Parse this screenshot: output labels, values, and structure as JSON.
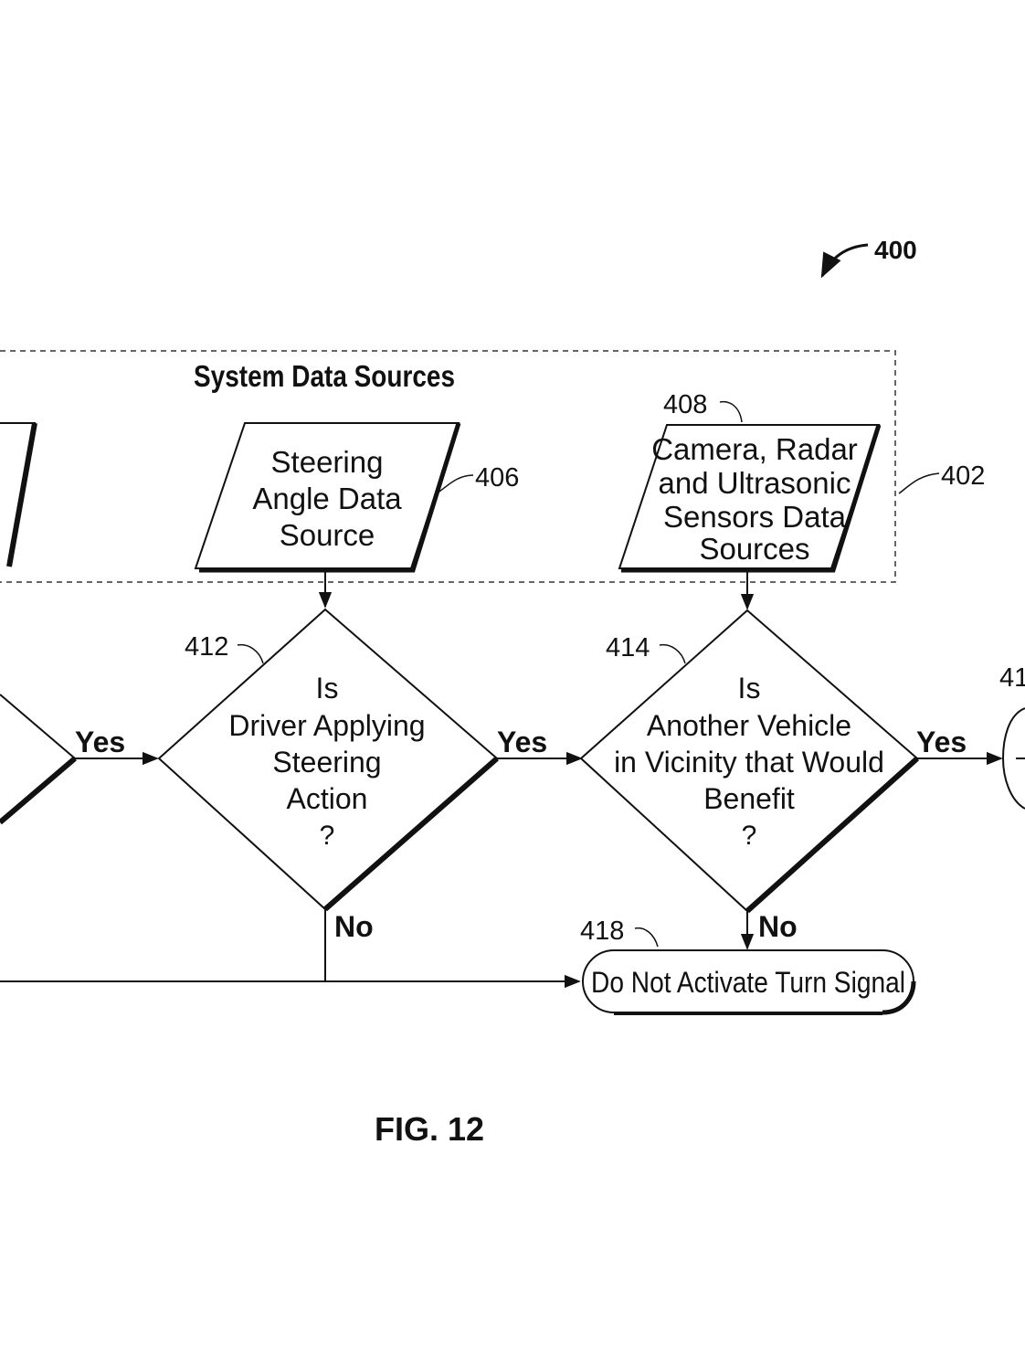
{
  "diagram": {
    "ref_main": "400",
    "group_title": "System Data Sources",
    "group_ref": "402",
    "figure_label": "FIG. 12",
    "nodes": {
      "steering_source": {
        "ref": "406",
        "lines": [
          "Steering",
          "Angle Data",
          "Source"
        ]
      },
      "sensor_source": {
        "ref": "408",
        "lines": [
          "Camera, Radar",
          "and Ultrasonic",
          "Sensors Data",
          "Sources"
        ]
      },
      "decision_steering": {
        "ref": "412",
        "lines": [
          "Is",
          "Driver Applying",
          "Steering",
          "Action",
          "?"
        ]
      },
      "decision_vehicle": {
        "ref": "414",
        "lines": [
          "Is",
          "Another Vehicle",
          "in Vicinity that Would",
          "Benefit",
          "?"
        ]
      },
      "terminal_no_signal": {
        "ref": "418",
        "label": "Do Not Activate Turn Signal"
      },
      "partial_right_ref": "41"
    },
    "edge_labels": {
      "yes_left": "Yes",
      "yes_middle": "Yes",
      "yes_right": "Yes",
      "no_steering": "No",
      "no_vehicle": "No"
    }
  }
}
